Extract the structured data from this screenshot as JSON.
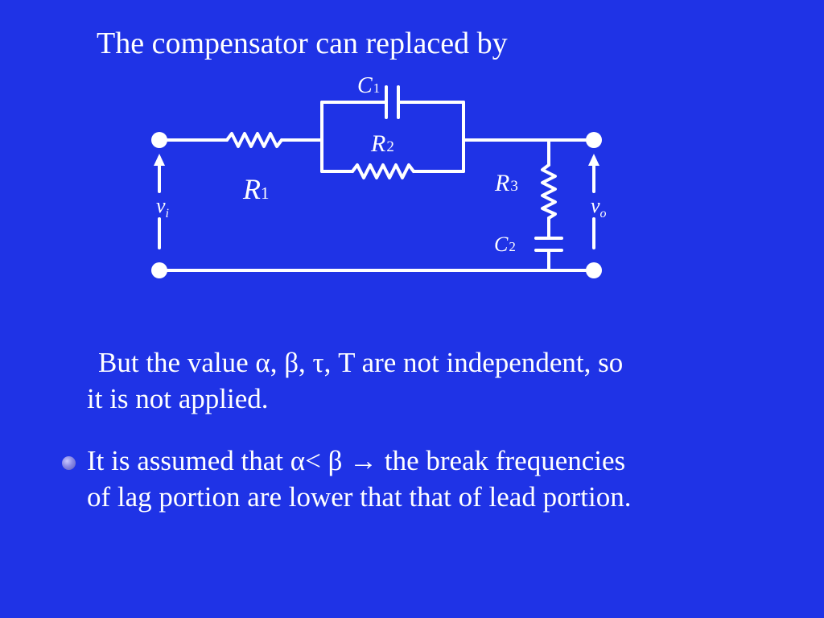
{
  "slide": {
    "title": "The compensator can replaced by",
    "paragraph1_line1": "But the value α, β, τ, T are not independent, so",
    "paragraph1_line2": "it is not applied.",
    "bullet_line1": "It is assumed that α< β → the break frequencies",
    "bullet_line2": "of lag portion are lower that that of lead portion."
  },
  "circuit": {
    "labels": {
      "C1": {
        "letter": "C",
        "sub": "1"
      },
      "R2": {
        "letter": "R",
        "sub": "2"
      },
      "R1": {
        "letter": "R",
        "sub": "1"
      },
      "R3": {
        "letter": "R",
        "sub": "3"
      },
      "C2": {
        "letter": "C",
        "sub": "2"
      },
      "vi": {
        "letter": "v",
        "sub": "i"
      },
      "vo": {
        "letter": "v",
        "sub": "o"
      }
    }
  },
  "colors": {
    "background": "#1f33e6",
    "foreground": "#ffffff",
    "bullet": "#8a8ae6"
  }
}
